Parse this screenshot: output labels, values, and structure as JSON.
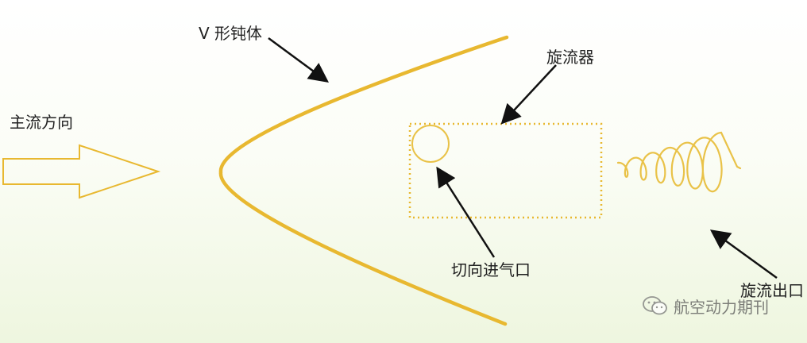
{
  "labels": {
    "main_flow_direction": "主流方向",
    "v_bluff_body": "V 形钝体",
    "swirler": "旋流器",
    "tangential_inlet": "切向进气口",
    "swirl_outlet": "旋流出口"
  },
  "watermark": {
    "icon": "wechat-icon",
    "text": "航空动力期刊"
  },
  "colors": {
    "accent": "#e8b830",
    "swirl": "#e9c248",
    "arrow": "#111111",
    "text": "#222222"
  }
}
